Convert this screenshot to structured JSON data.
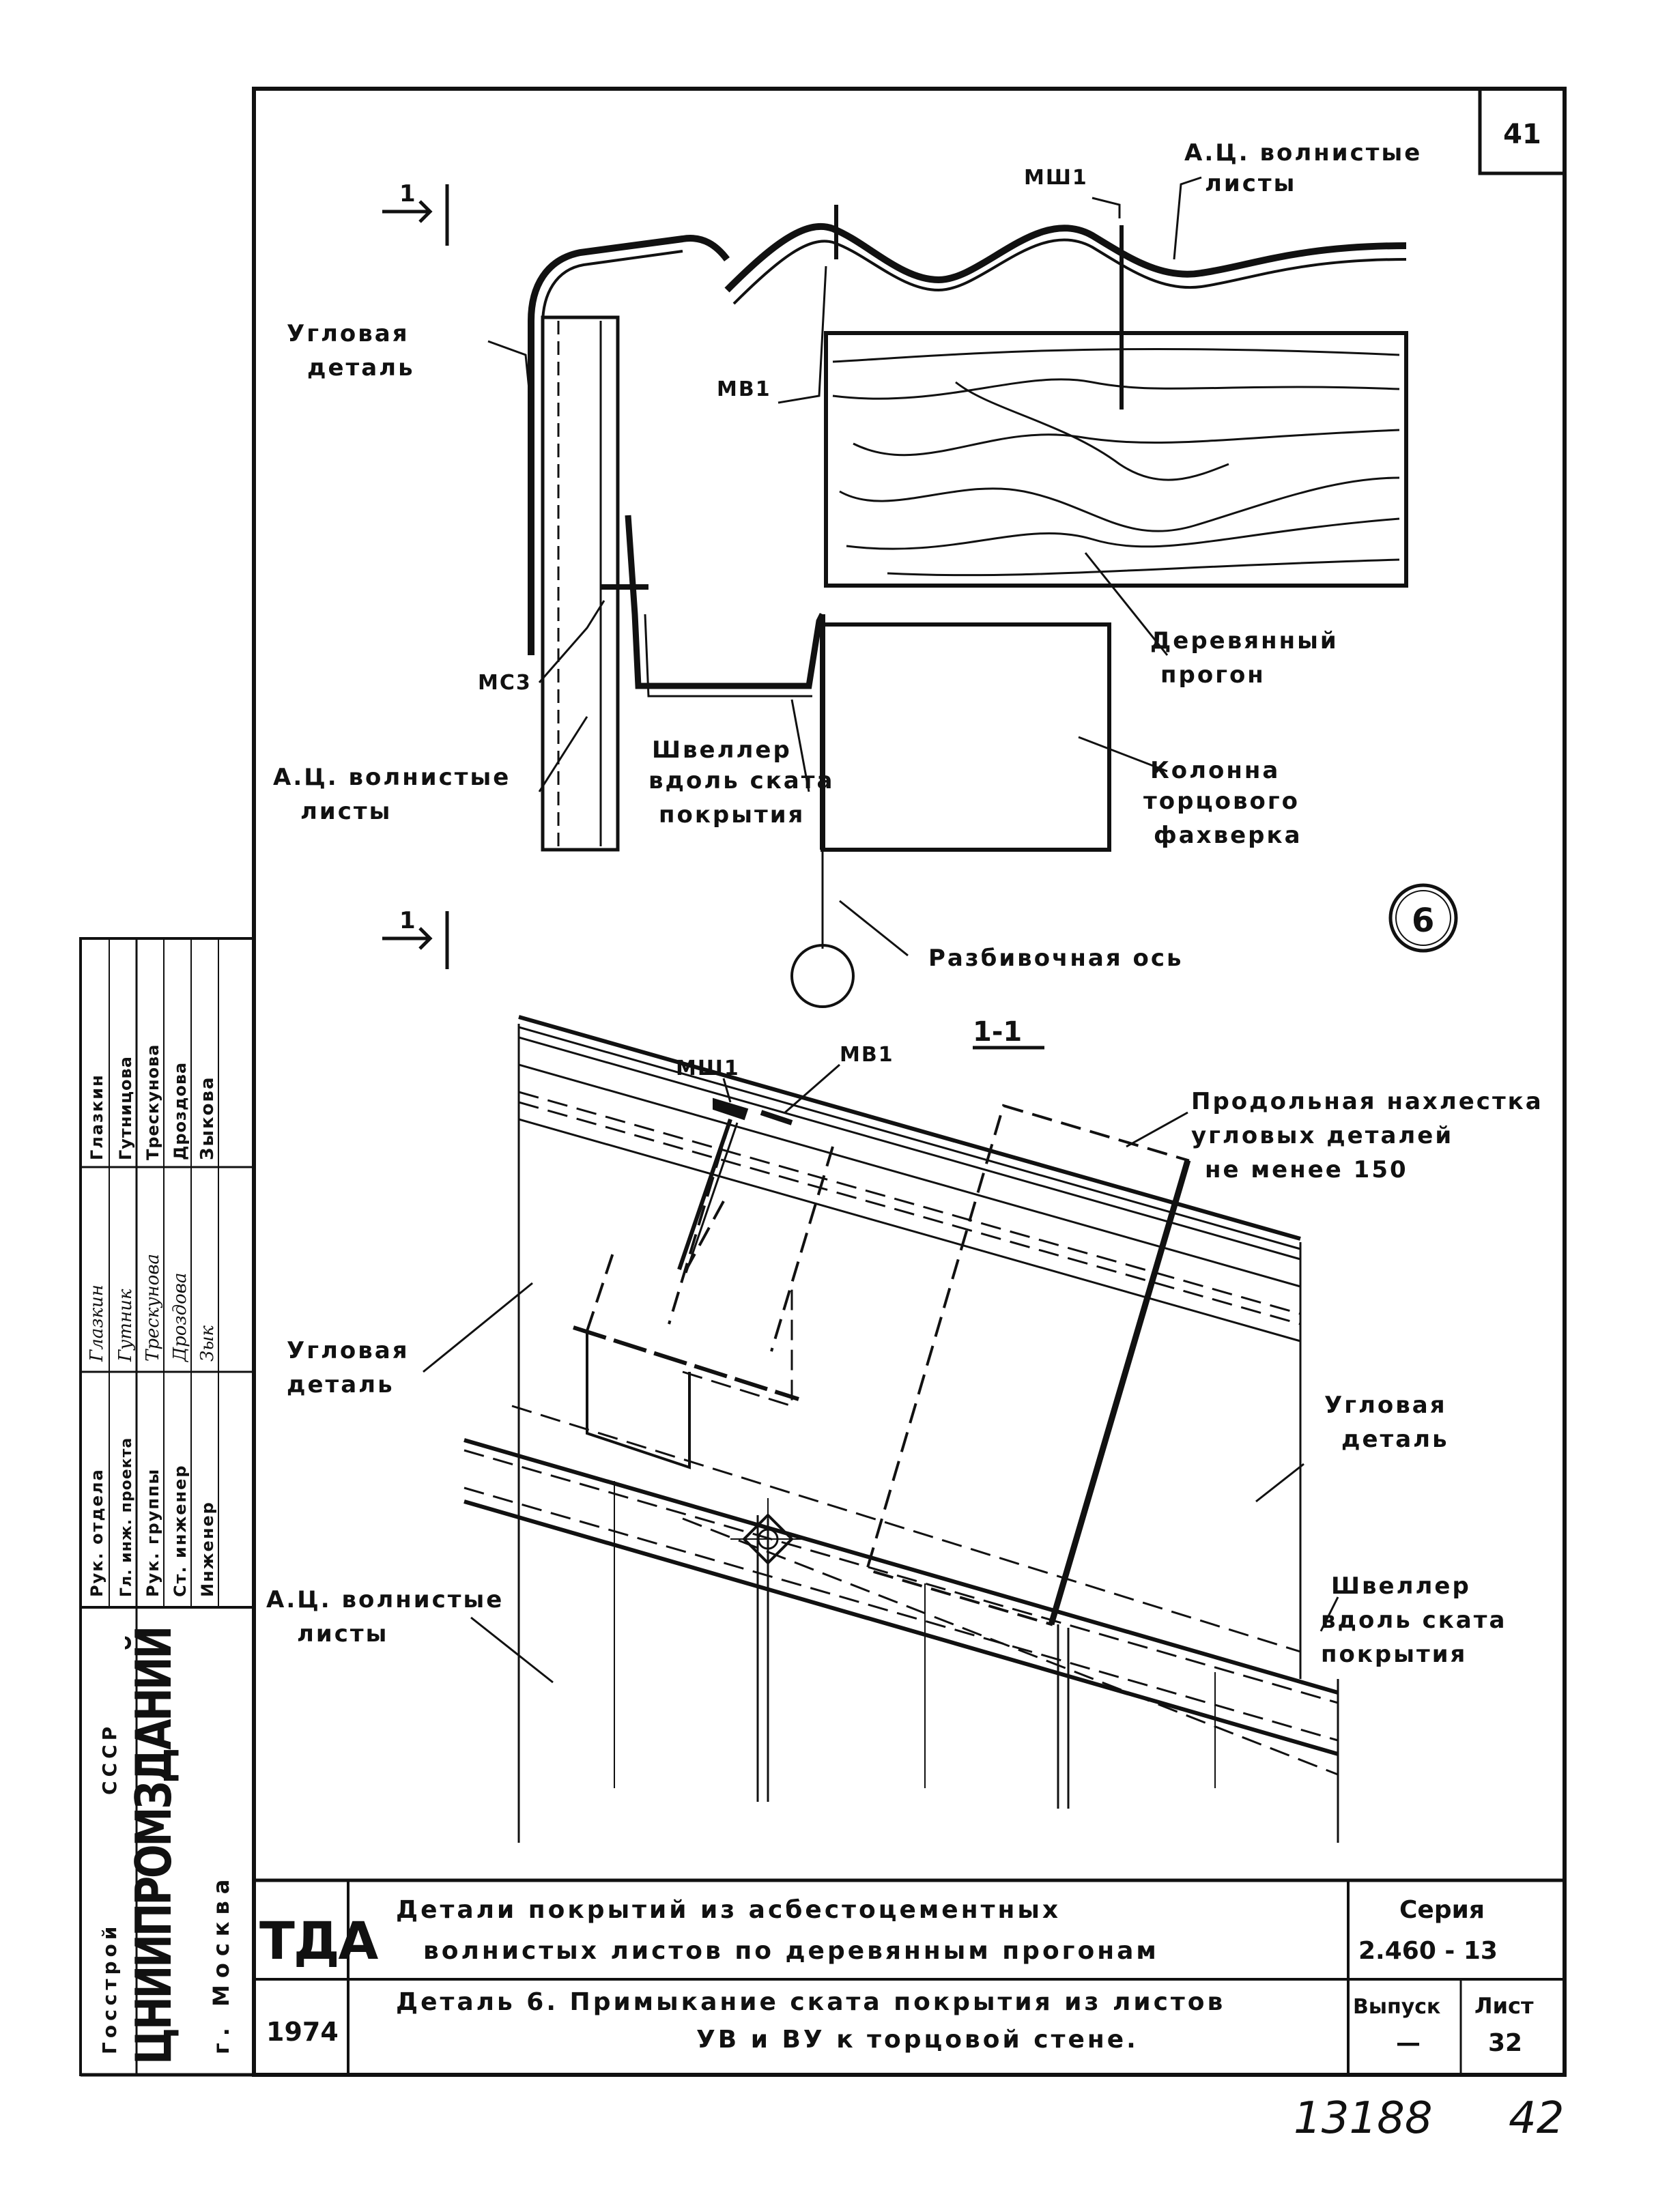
{
  "sheet_number": "41",
  "detail_circle": "6",
  "axis_label": "Разбивочная ось",
  "section_marker": "1",
  "section_title": "1-1",
  "elevation": {
    "corner_detail": [
      "Угловая",
      "деталь"
    ],
    "ac_sheets_top": [
      "А.Ц. волнистые",
      "листы"
    ],
    "ac_sheets_left": [
      "А.Ц. волнистые",
      "листы"
    ],
    "msh1": "МШ1",
    "mv1": "МВ1",
    "ms3": "МС3",
    "purlin": [
      "Деревянный",
      "прогон"
    ],
    "channel": [
      "Швеллер",
      "вдоль ската",
      "покрытия"
    ],
    "column": [
      "Колонна",
      "торцового",
      "фахверка"
    ]
  },
  "section": {
    "msh1": "МШ1",
    "mv1": "МВ1",
    "overlap_note": [
      "Продольная нахлестка",
      "угловых деталей",
      "не менее 150"
    ],
    "corner_left": [
      "Угловая",
      "деталь"
    ],
    "corner_right": [
      "Угловая",
      "деталь"
    ],
    "ac_sheets": [
      "А.Ц. волнистые",
      "листы"
    ],
    "channel": [
      "Швеллер",
      "вдоль ската",
      "покрытия"
    ]
  },
  "stamp": {
    "org": [
      "Госстрой",
      "СССР"
    ],
    "institute": "ЦНИИПРОМЗДАНИЙ",
    "city": "г. Москва",
    "positions": [
      "Рук. отдела",
      "Гл. инж. проекта",
      "Рук. группы",
      "Ст. инженер",
      "Инженер"
    ],
    "names": [
      "Глазкин",
      "Гутницова",
      "Трескунова",
      "Дроздова",
      "Зыкова"
    ],
    "signatures": [
      "Глазкин",
      "Гутник",
      "Трескунова",
      "Дроздова",
      "Зык"
    ]
  },
  "title_block": {
    "code": "ТДА",
    "year": "1974",
    "title_line1": "Детали покрытий из асбестоцементных",
    "title_line2": "волнистых листов по деревянным прогонам",
    "detail_line1": "Деталь 6.  Примыкание ската покрытия из листов",
    "detail_line2": "УВ и ВУ к торцовой стене.",
    "series_label": "Серия",
    "series_value": "2.460 - 13",
    "issue_label": "Выпуск",
    "issue_value": "—",
    "sheet_label": "Лист",
    "sheet_value": "32"
  },
  "handwritten": [
    "13188",
    "42"
  ]
}
